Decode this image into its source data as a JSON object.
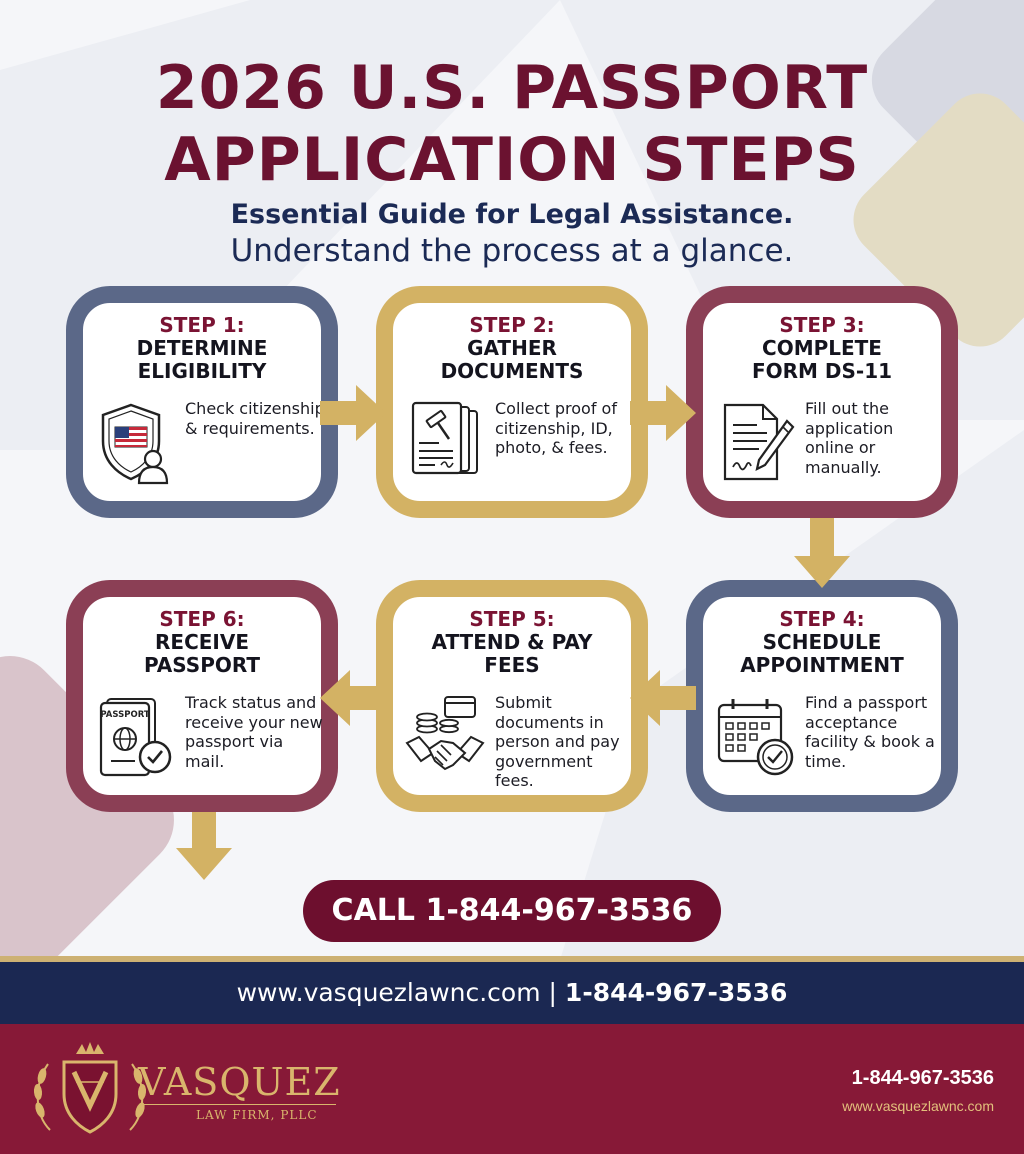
{
  "header": {
    "title_line1": "2026 U.S. PASSPORT",
    "title_line2": "APPLICATION STEPS",
    "subtitle_line1": "Essential Guide for Legal Assistance.",
    "subtitle_line2": "Understand the process at a glance."
  },
  "colors": {
    "maroon": "#6d0f2e",
    "navy": "#1b2852",
    "gold": "#d3b264",
    "slate_blue": "#5b6888",
    "muted_maroon": "#8b3f55"
  },
  "steps": [
    {
      "number": "STEP 1:",
      "title_line1": "DETERMINE",
      "title_line2": "ELIGIBILITY",
      "description": "Check citizenship & requirements.",
      "icon": "shield-user-icon"
    },
    {
      "number": "STEP 2:",
      "title_line1": "GATHER",
      "title_line2": "DOCUMENTS",
      "description": "Collect proof of citizenship, ID, photo, & fees.",
      "icon": "documents-gavel-icon"
    },
    {
      "number": "STEP 3:",
      "title_line1": "COMPLETE",
      "title_line2": "FORM DS-11",
      "description": "Fill out the application online or manually.",
      "icon": "form-pen-icon"
    },
    {
      "number": "STEP 4:",
      "title_line1": "SCHEDULE",
      "title_line2": "APPOINTMENT",
      "description": "Find a passport acceptance facility & book a time.",
      "icon": "calendar-clock-icon"
    },
    {
      "number": "STEP 5:",
      "title_line1": "ATTEND & PAY",
      "title_line2": "FEES",
      "description": "Submit documents in person and pay government fees.",
      "icon": "handshake-coins-icon"
    },
    {
      "number": "STEP 6:",
      "title_line1": "RECEIVE",
      "title_line2": "PASSPORT",
      "description": "Track status and receive your new passport via mail.",
      "icon": "passport-check-icon",
      "icon_text": "PASSPORT"
    }
  ],
  "cta": {
    "label": "CALL 1-844-967-3536"
  },
  "band": {
    "url": "www.vasquezlawnc.com",
    "separator": "|",
    "phone": "1-844-967-3536"
  },
  "footer": {
    "brand_name": "VASQUEZ",
    "brand_sub": "LAW FIRM, PLLC",
    "phone": "1-844-967-3536",
    "url": "www.vasquezlawnc.com"
  }
}
